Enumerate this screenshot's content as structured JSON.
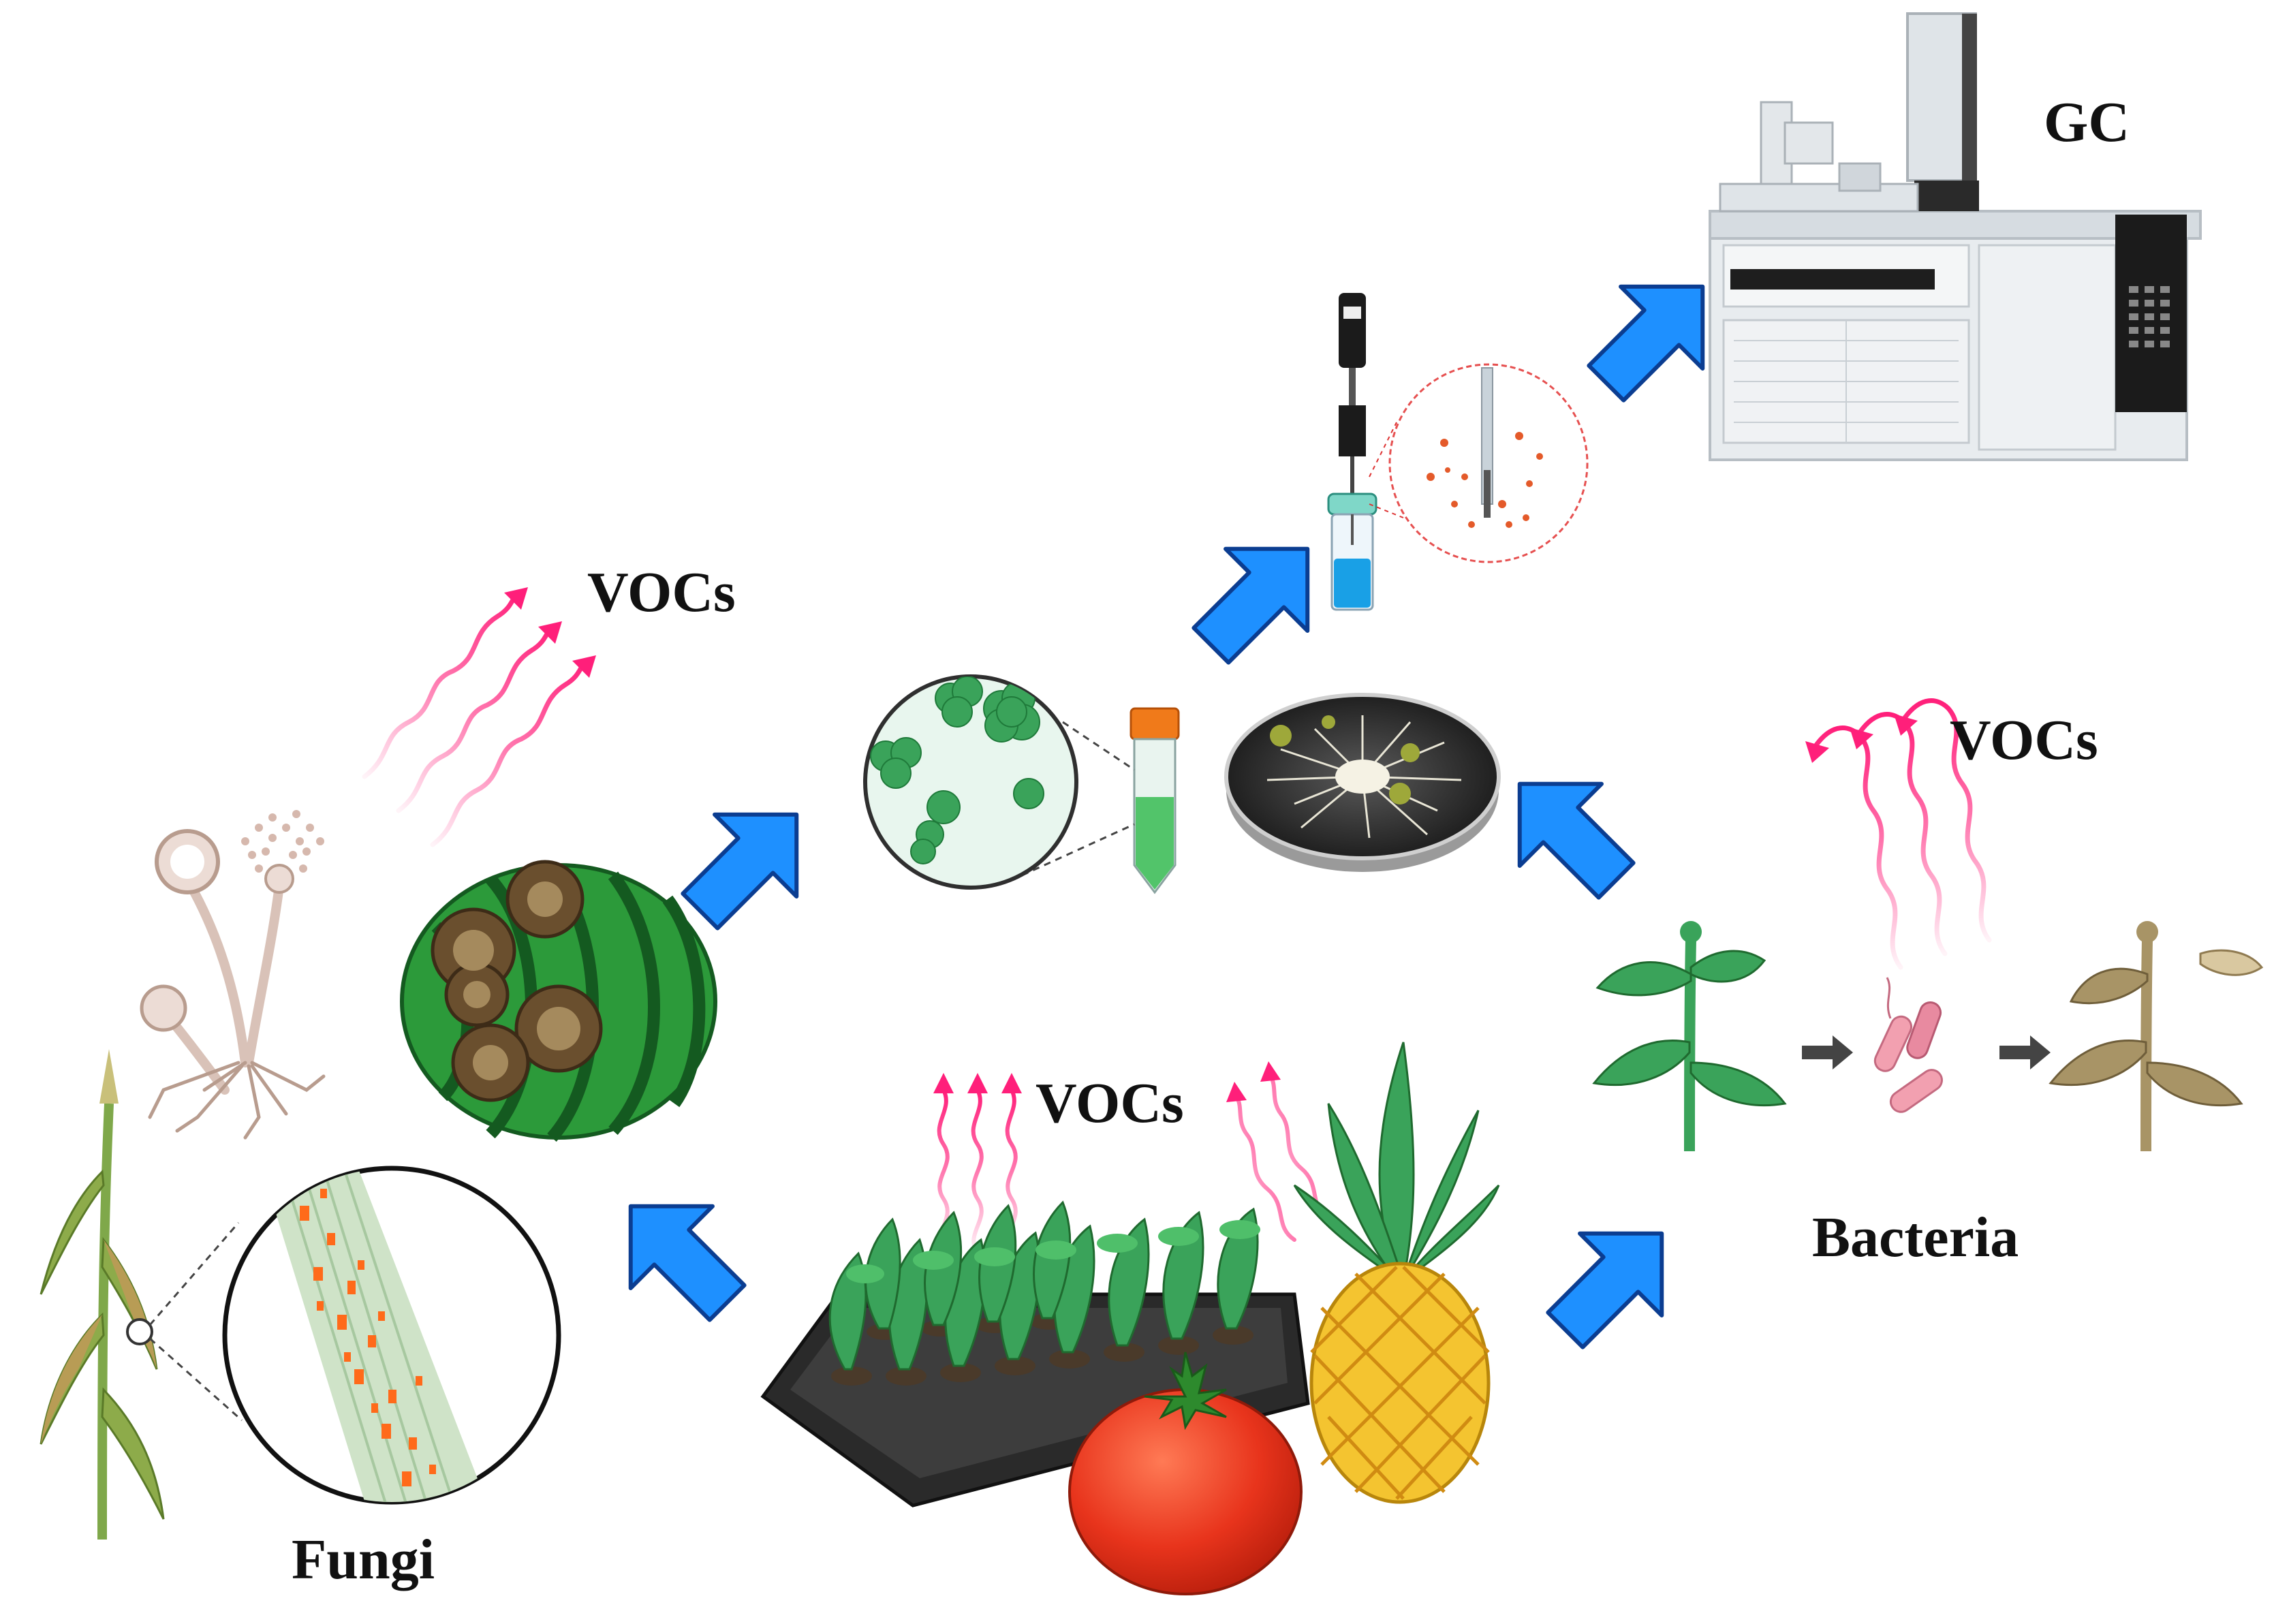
{
  "labels": {
    "gc": "GC",
    "vocs_fungi": "VOCs",
    "vocs_bacteria": "VOCs",
    "vocs_plants": "VOCs",
    "bacteria": "Bacteria",
    "fungi": "Fungi"
  },
  "colors": {
    "flow_arrow": "#1e90ff",
    "flow_arrow_outline": "#0b3d91",
    "voc_wave": "#ff1f7a",
    "leaf_green": "#3aa35a",
    "watermelon_dark": "#1f7a2e",
    "tomato": "#e8341c",
    "pineapple": "#f4c430",
    "disease_spot": "#ff6a1a",
    "wilted_plant": "#a89466"
  },
  "icons": [
    "gc-instrument-icon",
    "spme-fiber-vial-icon",
    "petri-dish-icon",
    "centrifuge-tube-icon",
    "microscopic-cells-icon",
    "watermelon-icon",
    "fungal-sporangia-icon",
    "wheat-plant-icon",
    "leaf-rust-zoom-icon",
    "seedling-tray-icon",
    "tomato-icon",
    "pineapple-icon",
    "healthy-plant-icon",
    "bacteria-icon",
    "wilted-plant-icon"
  ]
}
